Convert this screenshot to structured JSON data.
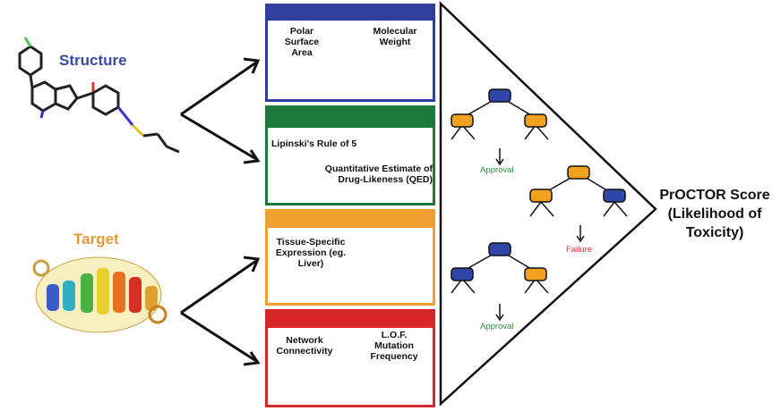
{
  "labels": {
    "structure": "Structure",
    "target": "Target"
  },
  "panels": {
    "blue": {
      "left": "Polar Surface Area",
      "right": "Molecular Weight"
    },
    "green": {
      "top": "Lipinski's Rule of 5",
      "bottom": "Quantitative Estimate of Drug-Likeness (QED)"
    },
    "orange": {
      "left": "Tissue-Specific Expression (eg. Liver)"
    },
    "red": {
      "left": "Network Connectivity",
      "right": "L.O.F. Mutation Frequency"
    }
  },
  "outcomes": {
    "tree1": "Approval",
    "tree2": "Failure",
    "tree3": "Approval"
  },
  "score": "PrOCTOR Score (Likelihood of Toxicity)",
  "colors": {
    "blue": "#2e3f9e",
    "green": "#1e7a3c",
    "orange": "#f0a030",
    "red": "#d8262a",
    "node_blue": "#2f45a8",
    "node_orange": "#f2a21e",
    "approval": "#2e8a3a",
    "failure": "#d82a2a"
  }
}
